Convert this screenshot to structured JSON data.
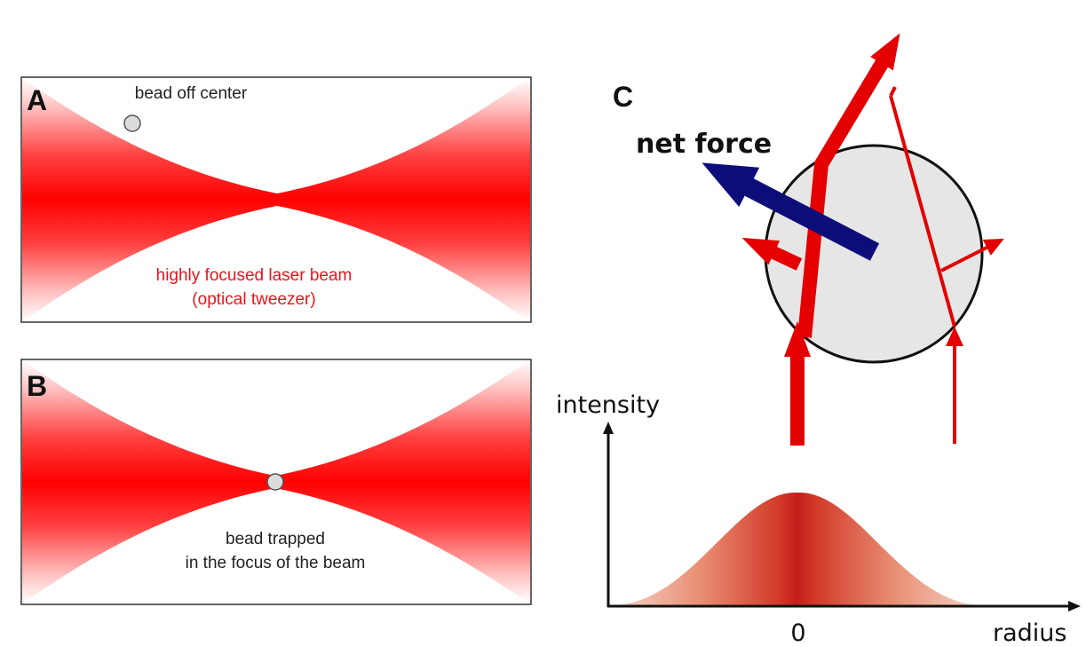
{
  "panels": {
    "a": {
      "letter": "A",
      "bead_label": "bead off center",
      "beam_label_line1": "highly focused laser beam",
      "beam_label_line2": "(optical tweezer)"
    },
    "b": {
      "letter": "B",
      "label_line1": "bead trapped",
      "label_line2": "in the focus of the beam"
    },
    "c": {
      "letter": "C",
      "force_label": "net force",
      "y_axis_label": "intensity",
      "x_axis_label": "radius",
      "x_origin_label": "0"
    }
  },
  "colors": {
    "laser": "#ff0000",
    "ray": "#e40000",
    "label_red": "#e8141c",
    "net_force": "#0d0d7a",
    "bead": "#e6e6e6",
    "text": "#111111"
  }
}
